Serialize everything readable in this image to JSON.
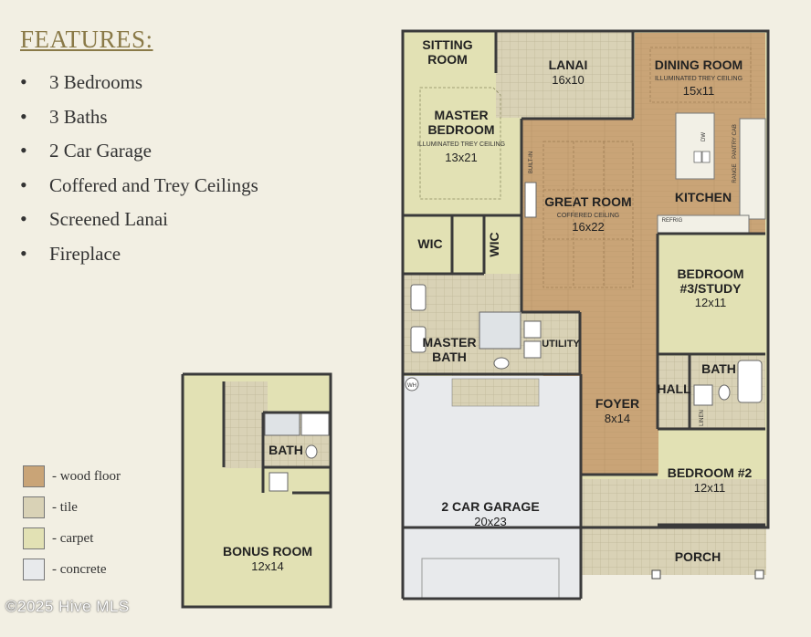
{
  "features": {
    "title": "FEATURES:",
    "items": [
      "3 Bedrooms",
      "3 Baths",
      "2 Car Garage",
      "Coffered and Trey Ceilings",
      "Screened Lanai",
      "Fireplace"
    ]
  },
  "legend": [
    {
      "label": "- wood floor",
      "color": "#c9a477"
    },
    {
      "label": "- tile",
      "color": "#d9d2b6"
    },
    {
      "label": "- carpet",
      "color": "#e2e1b4"
    },
    {
      "label": "- concrete",
      "color": "#e8eaec"
    }
  ],
  "watermark": "©2025 Hive MLS",
  "rooms": {
    "sitting_room": [
      "SITTING",
      "ROOM"
    ],
    "lanai": {
      "name": "LANAI",
      "size": "16x10"
    },
    "dining_room": {
      "name": "DINING ROOM",
      "note": "ILLUMINATED TREY CEILING",
      "size": "15x11"
    },
    "master_bedroom": {
      "name": [
        "MASTER",
        "BEDROOM"
      ],
      "note": "ILLUMINATED TREY CEILING",
      "size": "13x21"
    },
    "great_room": {
      "name": "GREAT ROOM",
      "note": "COFFERED CEILING",
      "size": "16x22"
    },
    "kitchen": "KITCHEN",
    "wic_left": "WIC",
    "wic_right": "WIC",
    "bedroom3": {
      "name": [
        "BEDROOM",
        "#3/STUDY"
      ],
      "size": "12x11"
    },
    "master_bath": [
      "MASTER",
      "BATH"
    ],
    "utility": "UTILITY",
    "bath_main": "BATH",
    "hall": "HALL",
    "foyer": {
      "name": "FOYER",
      "size": "8x14"
    },
    "bedroom2": {
      "name": "BEDROOM #2",
      "size": "12x11"
    },
    "garage": {
      "name": "2 CAR GARAGE",
      "size": "20x23"
    },
    "porch": "PORCH",
    "bonus_bath": "BATH",
    "bonus_room": {
      "name": "BONUS ROOM",
      "size": "12x14"
    }
  },
  "fixtures": {
    "built_in": "BUILT-IN",
    "pantry_cab": "PANTRY CAB",
    "range": "RANGE",
    "refrig": "REFRIG",
    "dw": "DW",
    "wh": "WH",
    "linen": "LINEN"
  }
}
